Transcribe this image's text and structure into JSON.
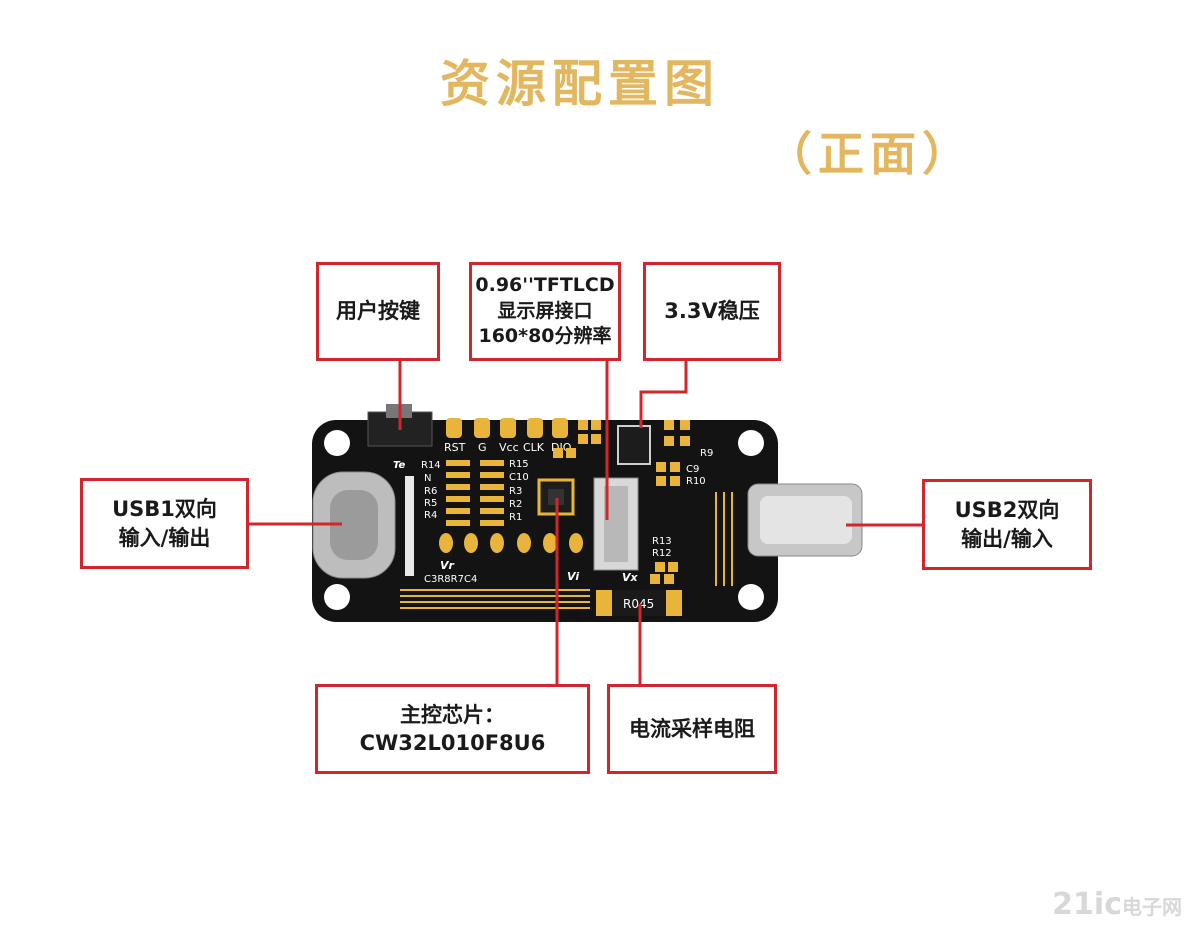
{
  "title": "资源配置图",
  "subtitle": "（正面）",
  "callouts": {
    "button": "用户按键",
    "lcd": "0.96''TFTLCD\n显示屏接口\n160*80分辨率",
    "regulator": "3.3V稳压",
    "usb1": "USB1双向\n输入/输出",
    "usb2": "USB2双向\n输出/输入",
    "mcu": "主控芯片：\nCW32L010F8U6",
    "shunt": "电流采样电阻"
  },
  "board": {
    "header_pins": [
      "RST",
      "G",
      "Vcc",
      "CLK",
      "DIO"
    ],
    "left_refs": [
      "R14",
      "N",
      "R6",
      "R5",
      "R4"
    ],
    "right_refs": [
      "R15",
      "C10",
      "R3",
      "R2",
      "R1"
    ],
    "right_side_refs": [
      "R9",
      "C9",
      "R10"
    ],
    "lower_refs": [
      "R13",
      "R12"
    ],
    "te": "Te",
    "vr": "Vr",
    "vi": "Vi",
    "vx": "Vx",
    "bottom_refs": "C3R8R7C4",
    "shunt_mark": "R045"
  },
  "watermark": {
    "brand": "21ic",
    "text": "电子网"
  },
  "colors": {
    "title": "#e2b75f",
    "callout_border": "#d1262b",
    "pcb": "#131313",
    "pad": "#e8b53a"
  }
}
